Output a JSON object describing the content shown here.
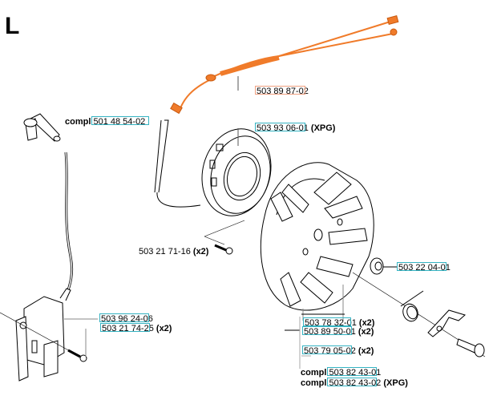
{
  "section_letter": "L",
  "colors": {
    "link_box": "#35b3c2",
    "highlight_box": "#f0a080",
    "highlight_part": "#f07b2a",
    "line": "#000000"
  },
  "labels": [
    {
      "id": "spark-plug-cap",
      "prefix": "compl",
      "number": "501 48 54-02",
      "suffix": ""
    },
    {
      "id": "wire-harness",
      "prefix": "",
      "number": "503 89 87-02",
      "suffix": "",
      "highlight": true
    },
    {
      "id": "stator-coil",
      "prefix": "",
      "number": "503 93 06-01",
      "suffix": "(XPG)"
    },
    {
      "id": "stator-screw",
      "prefix": "",
      "number": "503 21 71-16",
      "suffix": "(x2)"
    },
    {
      "id": "flywheel-nut",
      "prefix": "",
      "number": "503 22 04-01",
      "suffix": ""
    },
    {
      "id": "ignition-module",
      "prefix": "",
      "number": "503 96 24-06",
      "suffix": ""
    },
    {
      "id": "module-screw",
      "prefix": "",
      "number": "503 21 74-25",
      "suffix": "(x2)"
    },
    {
      "id": "spring",
      "prefix": "",
      "number": "503 78 32-01",
      "suffix": "(x2)"
    },
    {
      "id": "pawl",
      "prefix": "",
      "number": "503 89 50-01",
      "suffix": "(x2)"
    },
    {
      "id": "pawl-pin",
      "prefix": "",
      "number": "503 79 05-02",
      "suffix": "(x2)"
    },
    {
      "id": "flywheel-compl",
      "prefix": "compl",
      "number": "503 82 43-01",
      "suffix": ""
    },
    {
      "id": "flywheel-compl-xpg",
      "prefix": "compl",
      "number": "503 82 43-02",
      "suffix": "(XPG)"
    }
  ]
}
